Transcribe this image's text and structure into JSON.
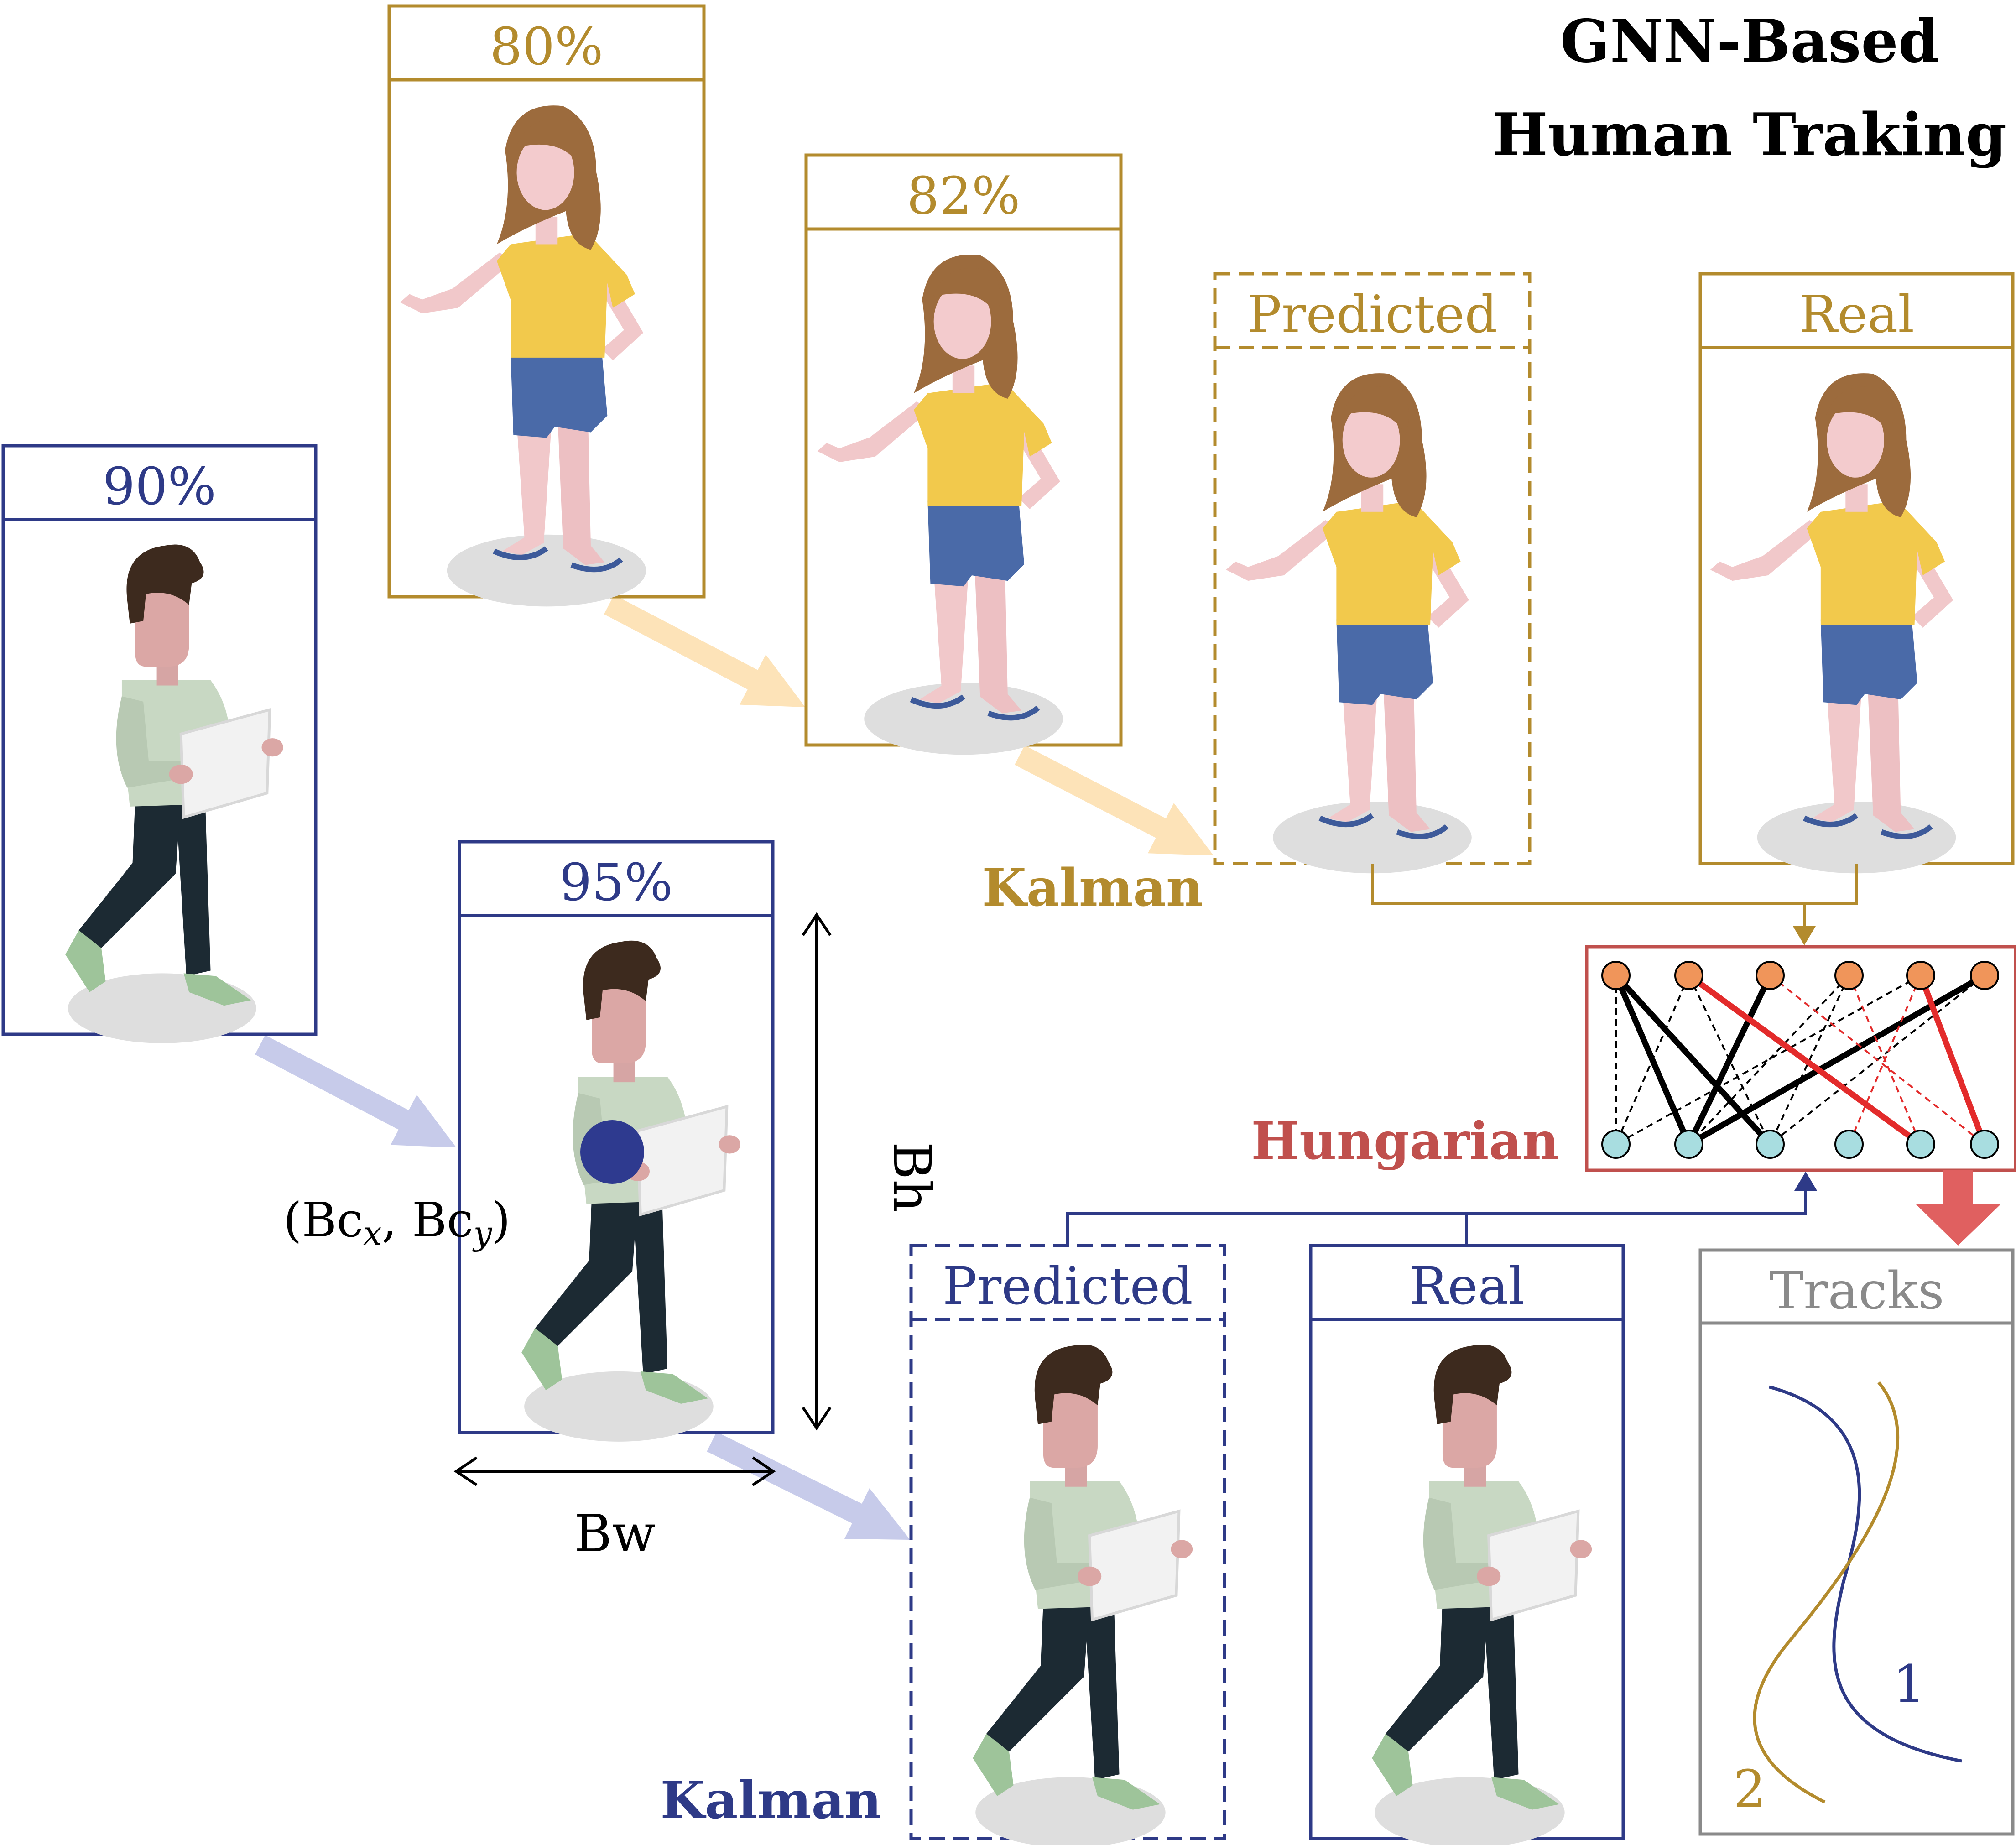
{
  "title": {
    "line1": "GNN-Based",
    "line2": "Human Traking"
  },
  "woman_boxes": [
    {
      "label": "80%",
      "style": "solid"
    },
    {
      "label": "82%",
      "style": "solid"
    },
    {
      "label": "Predicted",
      "style": "dashed"
    },
    {
      "label": "Real",
      "style": "solid"
    }
  ],
  "man_boxes": [
    {
      "label": "90%",
      "style": "solid"
    },
    {
      "label": "95%",
      "style": "solid"
    },
    {
      "label": "Predicted",
      "style": "dashed"
    },
    {
      "label": "Real",
      "style": "solid"
    }
  ],
  "labels": {
    "kalman_top": "Kalman",
    "kalman_bottom": "Kalman",
    "hungarian": "Hungarian",
    "tracks": "Tracks",
    "bh": "Bh",
    "bw": "Bw",
    "center_prefix": "(Bc",
    "center_sub_x": "x",
    "center_mid": ", Bc",
    "center_sub_y": "y",
    "center_suffix": ")",
    "track_1": "1",
    "track_2": "2"
  },
  "colors": {
    "gold": "#b38b2d",
    "navy": "#2e3a87",
    "hungarian_red": "#c0504d",
    "tracks_gray": "#8a8a8a",
    "arrow_peach": "#fde3b8",
    "arrow_lavender": "#c7cbea",
    "red_arrow": "#e06060",
    "node_orange": "#f0955a",
    "node_cyan": "#a8dde0"
  }
}
